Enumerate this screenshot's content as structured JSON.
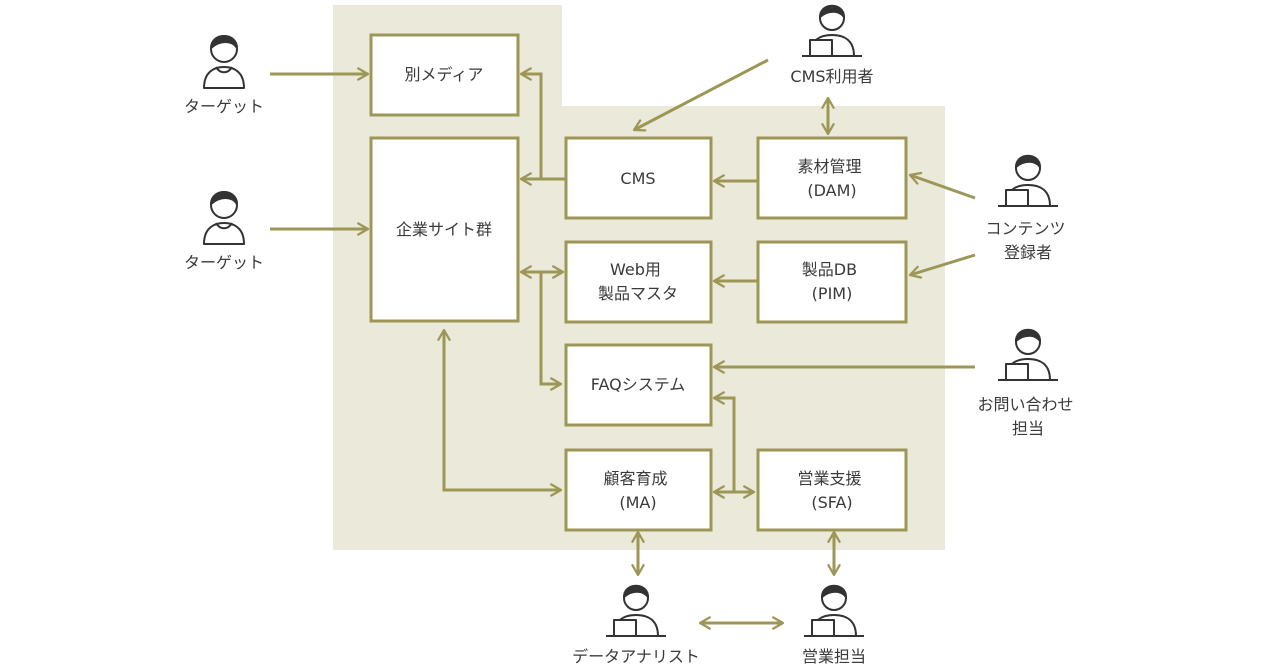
{
  "colors": {
    "background_region": "#ebe9d9",
    "accent": "#9c9757",
    "box_fill": "#ffffff",
    "text": "#3a3a3a",
    "icon_stroke": "#333333"
  },
  "systems": {
    "other_media": [
      "別メディア"
    ],
    "corporate_sites": [
      "企業サイト群"
    ],
    "cms": [
      "CMS"
    ],
    "dam": [
      "素材管理",
      "(DAM)"
    ],
    "web_product_master": [
      "Web用",
      "製品マスタ"
    ],
    "pim": [
      "製品DB",
      "(PIM)"
    ],
    "faq": [
      "FAQシステム"
    ],
    "ma": [
      "顧客育成",
      "(MA)"
    ],
    "sfa": [
      "営業支援",
      "(SFA)"
    ]
  },
  "actors": {
    "target_1": {
      "icon": "person-icon",
      "label": [
        "ターゲット"
      ]
    },
    "target_2": {
      "icon": "person-icon",
      "label": [
        "ターゲット"
      ]
    },
    "cms_user": {
      "icon": "person-with-laptop-icon",
      "label": [
        "CMS利用者"
      ]
    },
    "content_registrant": {
      "icon": "person-with-laptop-icon",
      "label": [
        "コンテンツ",
        "登録者"
      ]
    },
    "inquiry_staff": {
      "icon": "person-with-laptop-icon",
      "label": [
        "お問い合わせ",
        "担当"
      ]
    },
    "data_analyst": {
      "icon": "person-with-laptop-icon",
      "label": [
        "データアナリスト"
      ]
    },
    "sales_staff": {
      "icon": "person-with-laptop-icon",
      "label": [
        "営業担当"
      ]
    }
  }
}
